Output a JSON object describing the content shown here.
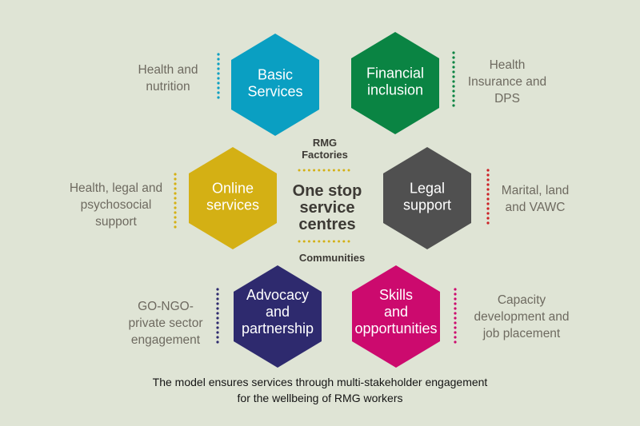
{
  "center": {
    "top_label": [
      "RMG",
      "Factories"
    ],
    "title": [
      "One stop",
      "service",
      "centres"
    ],
    "bottom_label": "Communities",
    "divider_color": "#d4b014"
  },
  "services": [
    {
      "id": "basic-services",
      "label": [
        "Basic",
        "Services"
      ],
      "color": "#0a9fc2",
      "description": [
        "Health and",
        "nutrition"
      ],
      "side": "left"
    },
    {
      "id": "financial-inclusion",
      "label": [
        "Financial",
        "inclusion"
      ],
      "color": "#0a8443",
      "description": [
        "Health",
        "Insurance and",
        "DPS"
      ],
      "side": "right"
    },
    {
      "id": "online-services",
      "label": [
        "Online",
        "services"
      ],
      "color": "#d4b014",
      "description": [
        "Health, legal and",
        "psychosocial",
        "support"
      ],
      "side": "left"
    },
    {
      "id": "legal-support",
      "label": [
        "Legal",
        "support"
      ],
      "color": "#505050",
      "description": [
        "Marital, land",
        "and VAWC"
      ],
      "side": "right",
      "divider_color": "#cc1f24"
    },
    {
      "id": "advocacy-partnership",
      "label": [
        "Advocacy",
        "and",
        "partnership"
      ],
      "color": "#2e2a6e",
      "description": [
        "GO-NGO-",
        "private sector",
        "engagement"
      ],
      "side": "left"
    },
    {
      "id": "skills-opportunities",
      "label": [
        "Skills",
        "and",
        "opportunities"
      ],
      "color": "#cc0a6e",
      "description": [
        "Capacity",
        "development and",
        "job placement"
      ],
      "side": "right"
    }
  ],
  "caption": {
    "line1": "The model ensures services through multi-stakeholder engagement",
    "line2": "for the wellbeing of RMG workers"
  }
}
